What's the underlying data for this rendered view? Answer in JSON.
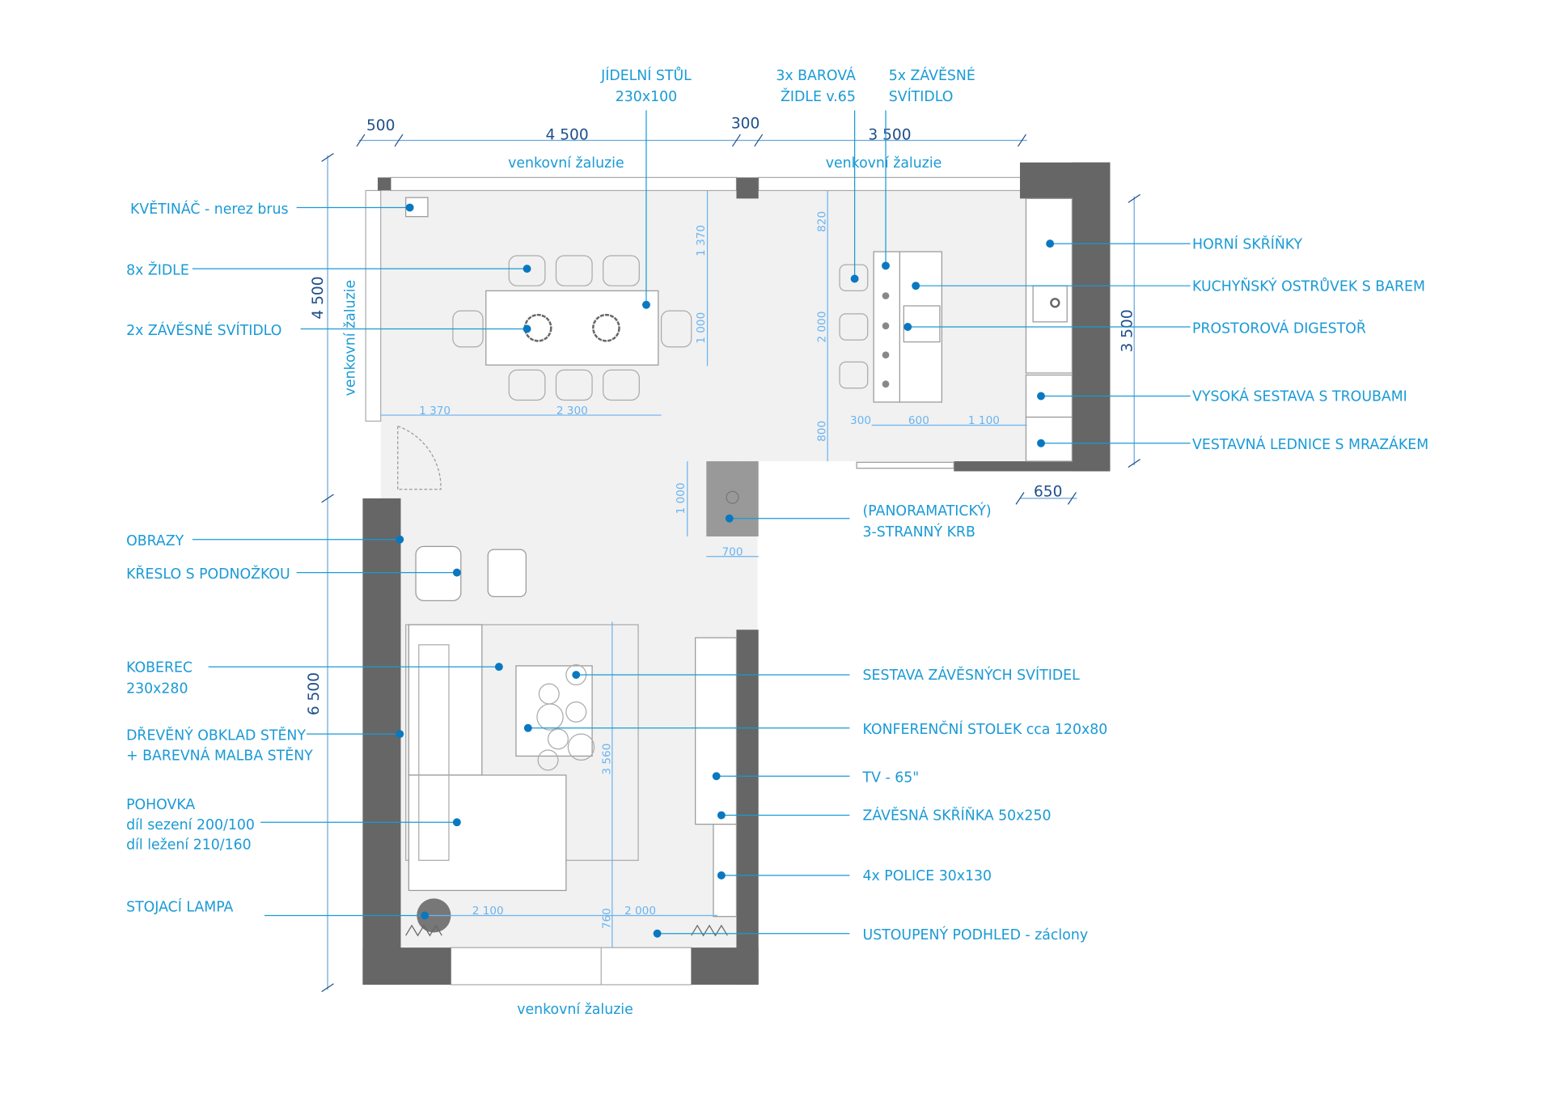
{
  "dimensions": {
    "top": [
      "500",
      "4 500",
      "300",
      "3 500"
    ],
    "left": [
      "4 500",
      "6 500"
    ],
    "right": "3 500",
    "bottom_right": "650",
    "dining": [
      "1 370",
      "1 000",
      "1 370",
      "2 300"
    ],
    "kitchen": [
      "820",
      "2 000",
      "800",
      "300",
      "600",
      "1 100"
    ],
    "fireplace": [
      "1 000",
      "700"
    ],
    "living": [
      "3 560",
      "760",
      "2 100",
      "2 000"
    ]
  },
  "blinds": [
    "venkovní žaluzie",
    "venkovní žaluzie",
    "venkovní žaluzie",
    "venkovní žaluzie"
  ],
  "top_labels": [
    [
      "JÍDELNÍ STŮL",
      "230x100"
    ],
    [
      "3x BAROVÁ",
      "ŽIDLE v.65"
    ],
    [
      "5x ZÁVĚSNÉ",
      "SVÍTIDLO"
    ]
  ],
  "left_labels": [
    [
      "KVĚTINÁČ - nerez brus"
    ],
    [
      "8x ŽIDLE"
    ],
    [
      "2x ZÁVĚSNÉ  SVÍTIDLO"
    ],
    [
      "OBRAZY"
    ],
    [
      "KŘESLO S PODNOŽKOU"
    ],
    [
      "KOBEREC",
      "230x280"
    ],
    [
      "DŘEVĚNÝ OBKLAD STĚNY",
      "+ BAREVNÁ MALBA STĚNY"
    ],
    [
      "POHOVKA",
      "díl sezení 200/100",
      "díl ležení 210/160"
    ],
    [
      "STOJACÍ LAMPA"
    ]
  ],
  "right_labels": [
    [
      "HORNÍ SKŘÍŇKY"
    ],
    [
      "KUCHYŇSKÝ OSTRŮVEK S BAREM"
    ],
    [
      "PROSTOROVÁ DIGESTOŘ"
    ],
    [
      "VYSOKÁ SESTAVA S TROUBAMI"
    ],
    [
      "VESTAVNÁ LEDNICE S MRAZÁKEM"
    ],
    [
      "(PANORAMATICKÝ)",
      "3-STRANNÝ KRB"
    ],
    [
      "SESTAVA ZÁVĚSNÝCH SVÍTIDEL"
    ],
    [
      "KONFERENČNÍ STOLEK cca 120x80"
    ],
    [
      "TV - 65\""
    ],
    [
      "ZÁVĚSNÁ SKŘÍŇKA 50x250"
    ],
    [
      "4x POLICE 30x130"
    ],
    [
      "USTOUPENÝ PODHLED - záclony"
    ]
  ],
  "colors": {
    "label": "#1a9ad6",
    "dot": "#0a78c0",
    "wall": "#666666",
    "floor": "#f1f1f1"
  }
}
